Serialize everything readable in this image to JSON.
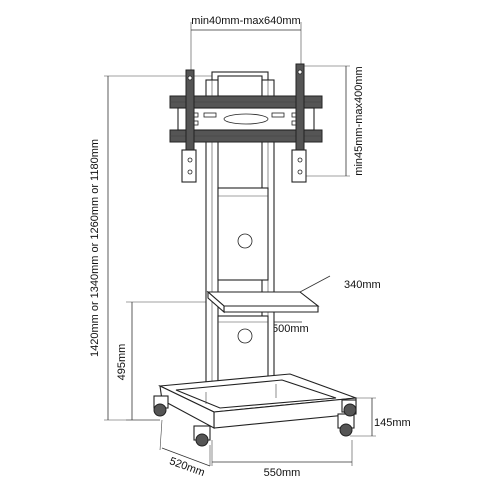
{
  "dimensions": {
    "vesa_width": "min40mm-max640mm",
    "vesa_height": "min45mm-max400mm",
    "total_height": "1420mm or 1340mm or 1260mm or 1180mm",
    "shelf_depth": "340mm",
    "shelf_width": "500mm",
    "shelf_height": "495mm",
    "base_height": "145mm",
    "base_width": "550mm",
    "base_depth": "520mm"
  },
  "colors": {
    "line": "#222222",
    "bracket_fill": "#555555",
    "background": "#ffffff"
  }
}
